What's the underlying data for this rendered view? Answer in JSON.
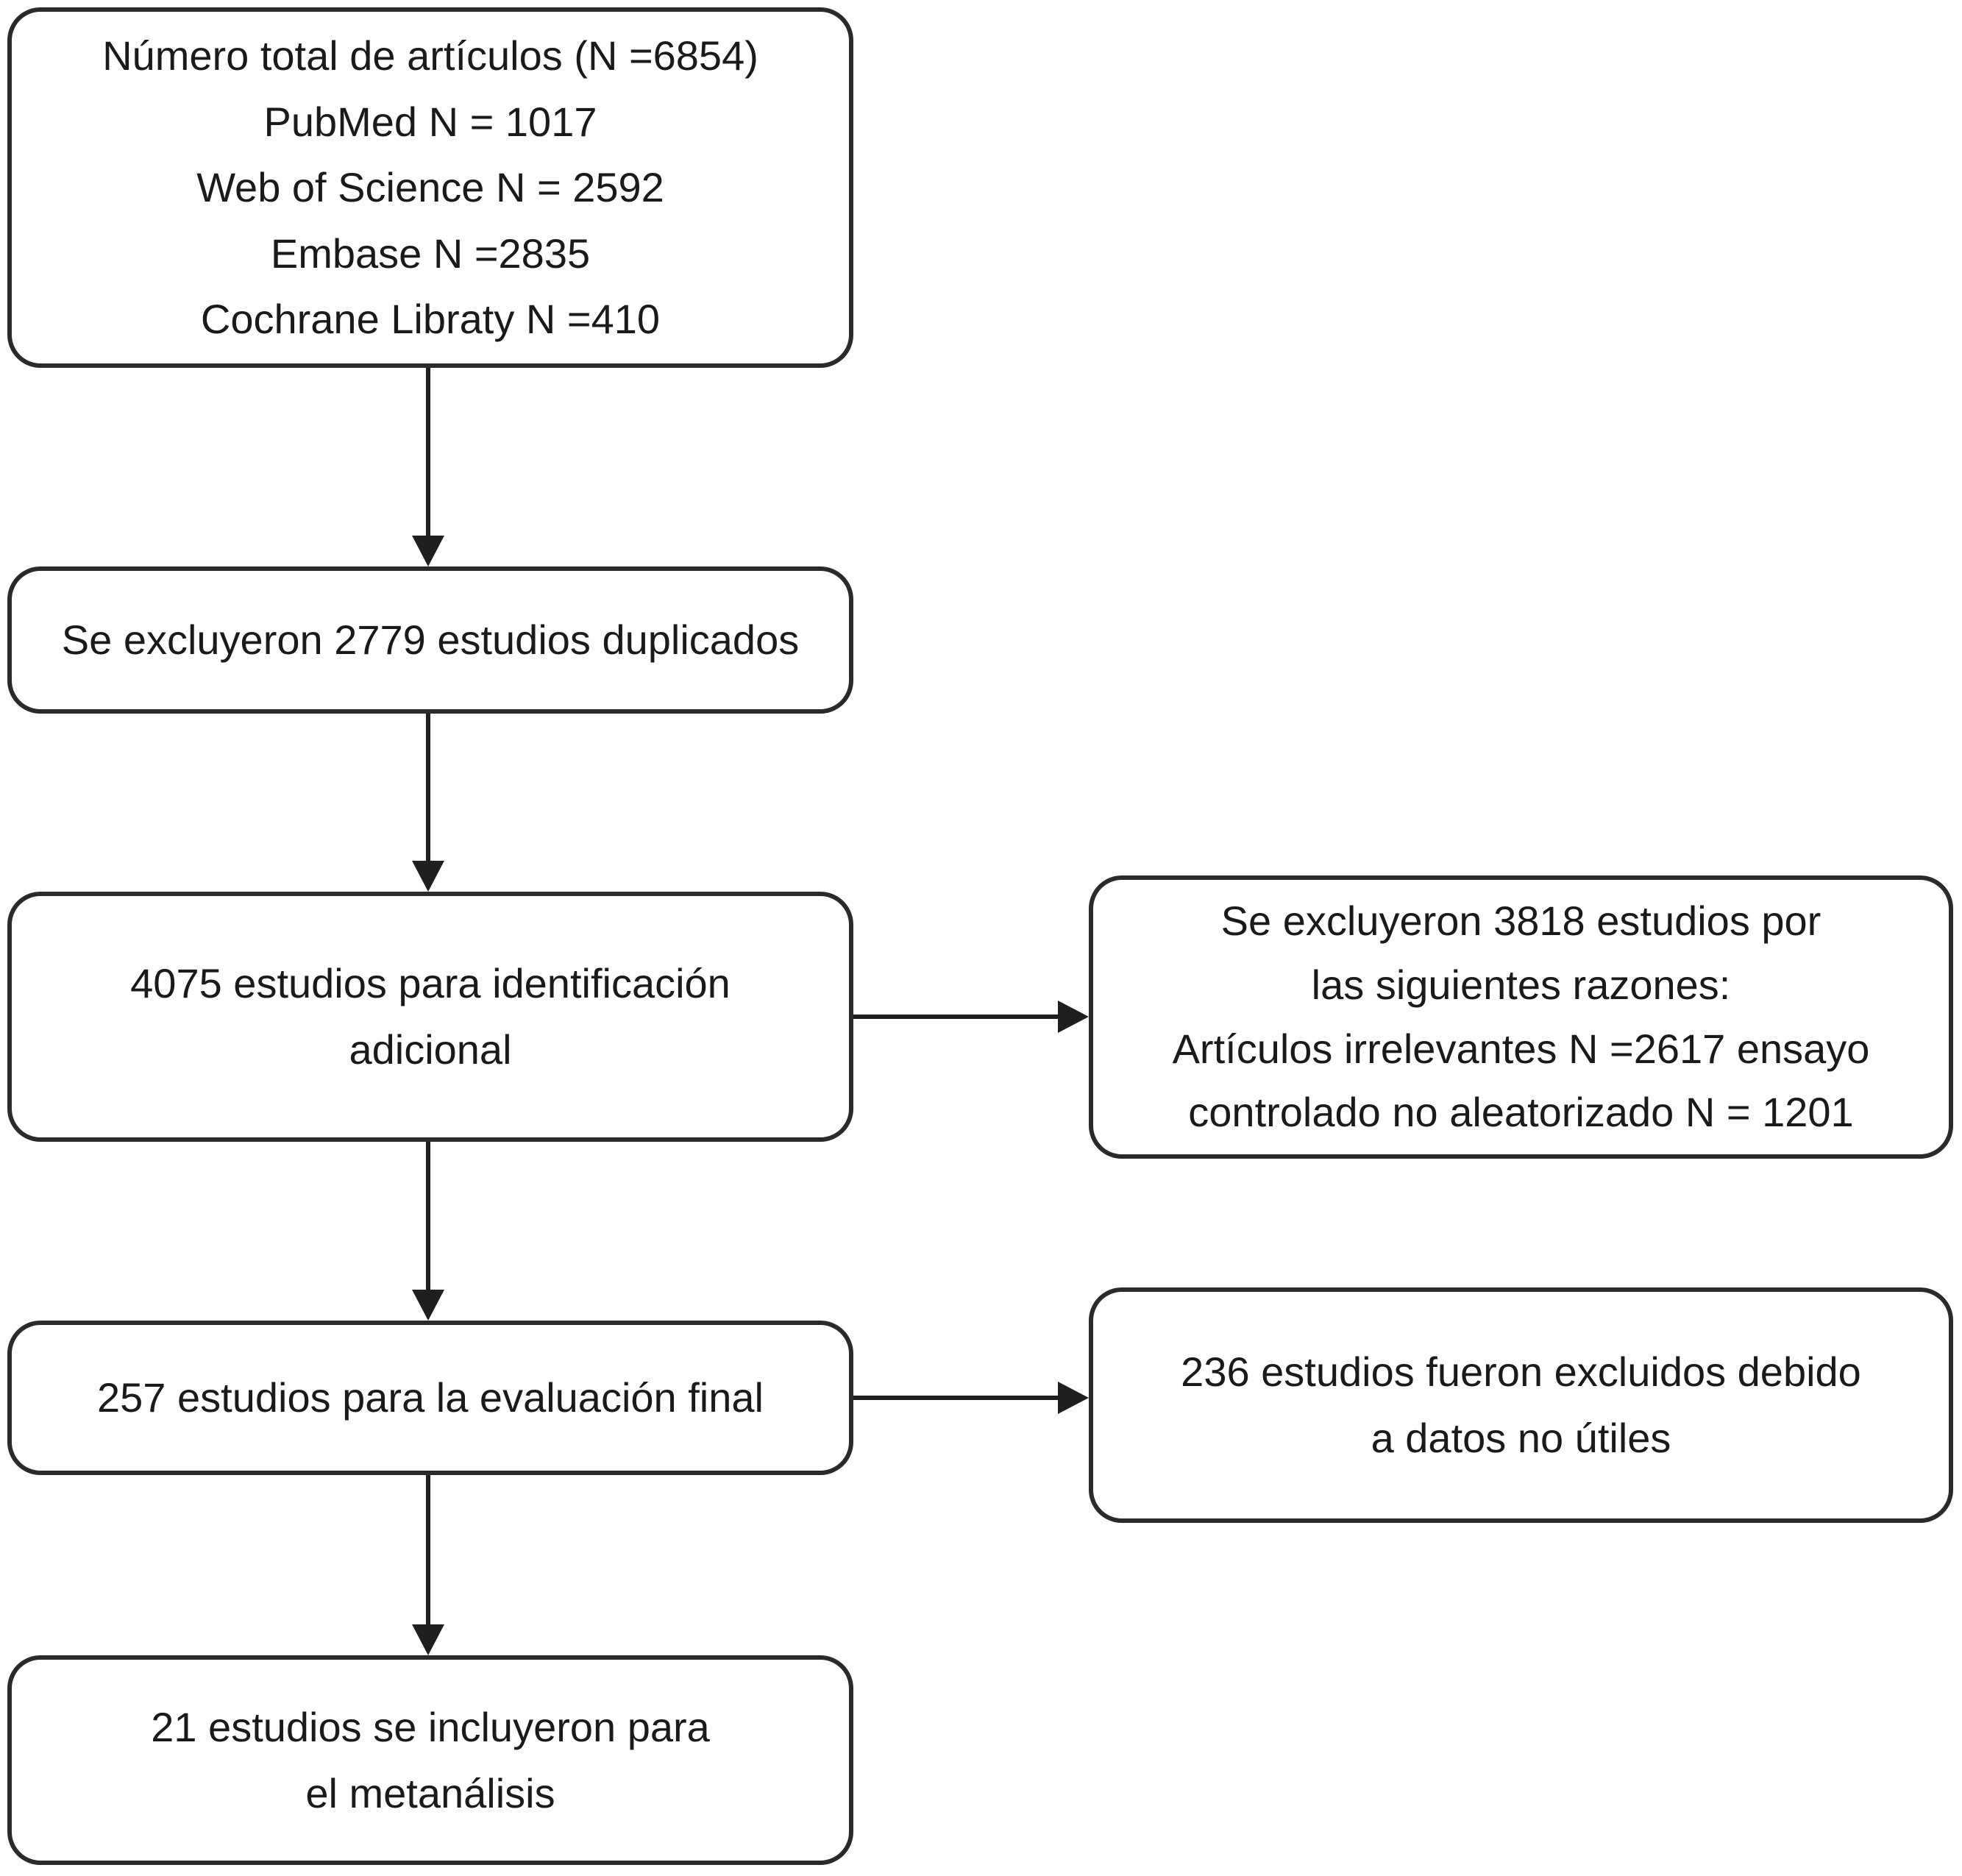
{
  "flowchart": {
    "colors": {
      "background": "#ffffff",
      "box_border": "#2a2a2a",
      "text": "#1a1a1a",
      "arrow": "#1f1f1f"
    },
    "boxes": {
      "total_articles": {
        "text": "Número total de artículos (N =6854)\nPubMed N = 1017\nWeb of Science N = 2592\nEmbase N =2835\nCochrane Libraty N =410"
      },
      "duplicates_excluded": {
        "text": "Se excluyeron 2779 estudios duplicados"
      },
      "identification": {
        "text": "4075 estudios para identificación\nadicional"
      },
      "excluded_reasons": {
        "text": "Se excluyeron 3818 estudios por\nlas siguientes razones:\nArtículos irrelevantes N =2617 ensayo\ncontrolado no aleatorizado N = 1201"
      },
      "final_evaluation": {
        "text": "257 estudios para la evaluación final"
      },
      "excluded_no_useful_data": {
        "text": "236 estudios fueron excluidos debido\na datos no útiles"
      },
      "meta_analysis": {
        "text": "21 estudios se incluyeron para\nel metanálisis"
      }
    }
  }
}
